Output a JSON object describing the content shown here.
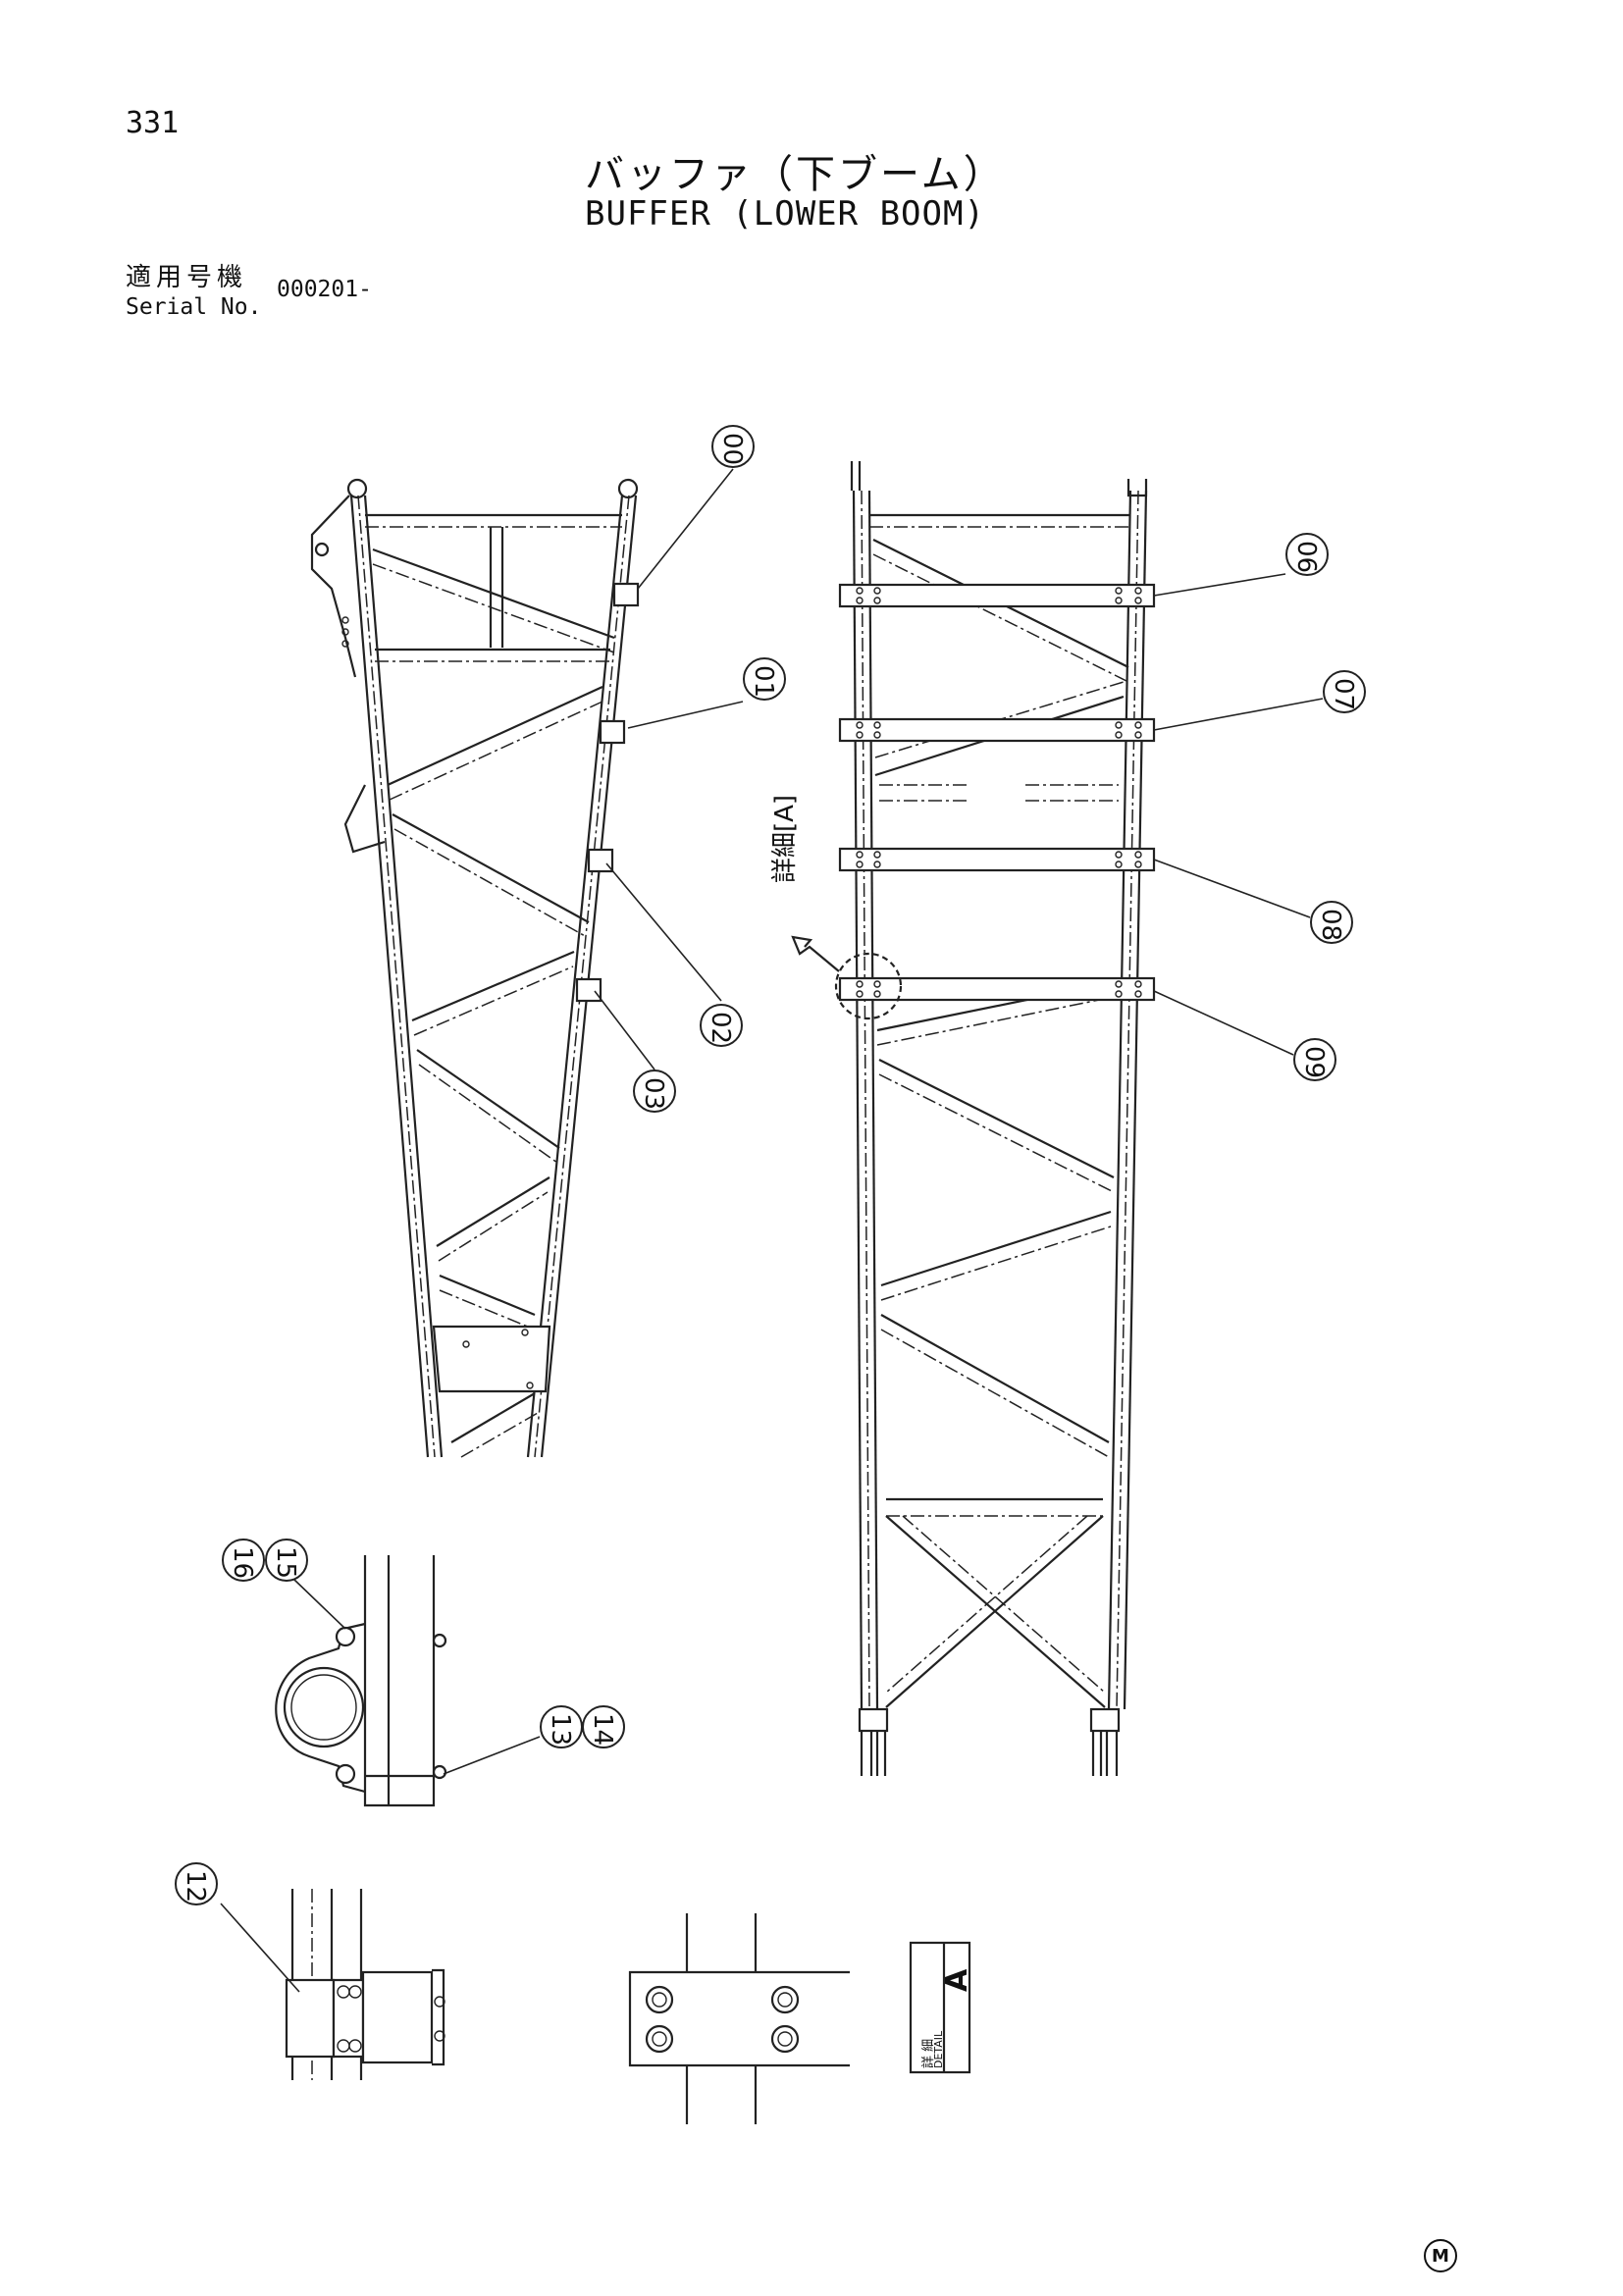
{
  "page_number": "331",
  "title_jp": "バッファ（下ブーム）",
  "title_en": "BUFFER (LOWER BOOM)",
  "serial": {
    "label_jp": "適用号機",
    "label_en": "Serial No.",
    "value": "000201-"
  },
  "detail_label_vertical": "詳細[A]",
  "detail_box": {
    "letter": "A",
    "label_jp": "詳 細",
    "label_en": "DETAIL"
  },
  "callouts": [
    "00",
    "01",
    "02",
    "03",
    "06",
    "07",
    "08",
    "09",
    "12",
    "13",
    "14",
    "15",
    "16"
  ],
  "corner_mark": "M"
}
